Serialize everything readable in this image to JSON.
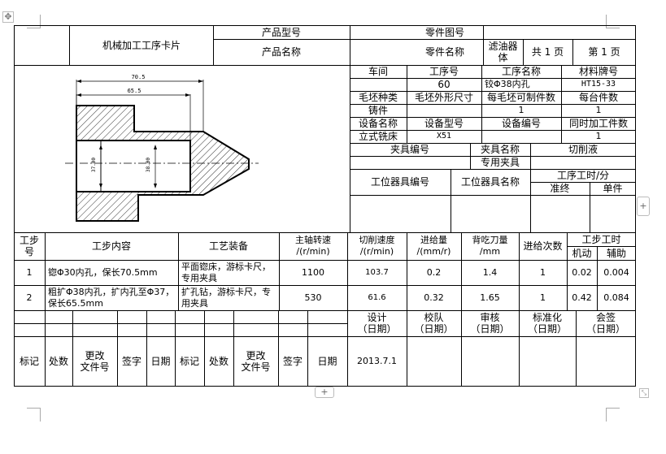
{
  "header": {
    "card_title": "机械加工工序卡片",
    "product_model_label": "产品型号",
    "part_drawing_no_label": "零件图号",
    "product_name_label": "产品名称",
    "part_name_label": "零件名称",
    "part_name_value": "滤油器\n体",
    "total_pages": "共 1 页",
    "page_no": "第 1 页"
  },
  "drawing": {
    "dim_top": "70.5",
    "dim_second": "65.5",
    "dim_left": "37.00",
    "dim_right": "38.00"
  },
  "process_info": {
    "workshop_label": "车间",
    "op_no_label": "工序号",
    "op_name_label": "工序名称",
    "material_label": "材料牌号",
    "op_no_value": "60",
    "op_name_value": "铰Φ38内孔",
    "material_value": "HT15-33",
    "blank_type_label": "毛坯种类",
    "blank_size_label": "毛坯外形尺寸",
    "parts_per_blank_label": "每毛坯可制件数",
    "parts_per_unit_label": "每台件数",
    "blank_type_value": "铸件",
    "parts_per_blank_value": "1",
    "parts_per_unit_value": "1",
    "equip_name_label": "设备名称",
    "equip_model_label": "设备型号",
    "equip_no_label": "设备编号",
    "simul_parts_label": "同时加工件数",
    "equip_name_value": "立式铣床",
    "equip_model_value": "X51",
    "simul_parts_value": "1",
    "fixture_no_label": "夹具编号",
    "fixture_name_label": "夹具名称",
    "coolant_label": "切削液",
    "fixture_name_value": "专用夹具",
    "station_tool_no_label": "工位器具编号",
    "station_tool_name_label": "工位器具名称",
    "op_time_label": "工序工时/分",
    "prep_label": "准终",
    "unit_label": "单件"
  },
  "steps": {
    "headers": {
      "step_no": "工步\n号",
      "content": "工步内容",
      "equipment": "工艺装备",
      "spindle": "主轴转速\n/(r/min)",
      "cut_speed": "切削速度\n/(r/min)",
      "feed": "进给量\n/(mm/r)",
      "depth": "背吃刀量\n/mm",
      "passes": "进给次数",
      "step_time": "工步工时",
      "machine": "机动",
      "aux": "辅助"
    },
    "rows": [
      {
        "no": "1",
        "content": "锪Φ30内孔，保长70.5mm",
        "equipment": "平面锪床，游标卡尺，\n专用夹具",
        "spindle": "1100",
        "speed": "103.7",
        "feed": "0.2",
        "depth": "1.4",
        "passes": "1",
        "machine": "0.02",
        "aux": "0.004"
      },
      {
        "no": "2",
        "content": "粗扩Φ38内孔，扩内孔至Φ37，\n保长65.5mm",
        "equipment": "扩孔钻，游标卡尺，专\n用夹具",
        "spindle": "530",
        "speed": "61.6",
        "feed": "0.32",
        "depth": "1.65",
        "passes": "1",
        "machine": "0.42",
        "aux": "0.084"
      }
    ]
  },
  "signoff": {
    "design": "设计\n（日期）",
    "proofread": "校队\n（日期）",
    "review": "审核\n（日期）",
    "standard": "标准化\n（日期）",
    "countersign": "会签\n（日期）",
    "mark1": "标记",
    "count1": "处数",
    "doc1": "更改\n文件号",
    "sign1": "签字",
    "date1": "日期",
    "mark2": "标记",
    "count2": "处数",
    "doc2": "更改\n文件号",
    "sign2": "签字",
    "date2": "日期",
    "date_value": "2013.7.1"
  }
}
